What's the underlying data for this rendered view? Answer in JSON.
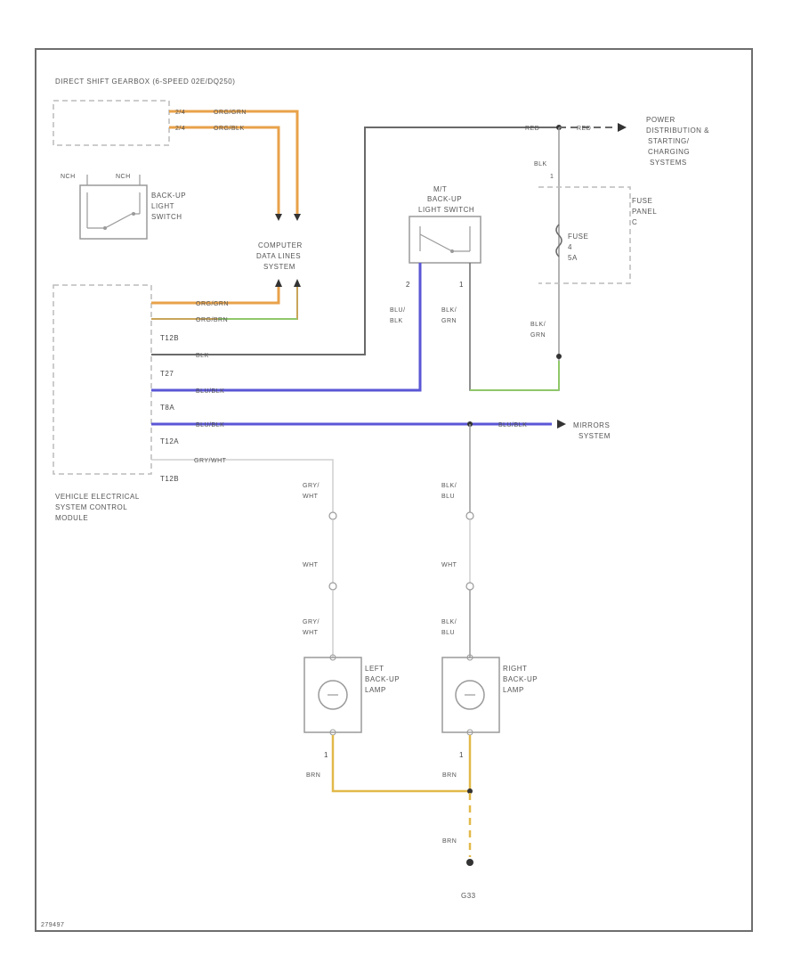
{
  "colors": {
    "frame": "#6e6e6e",
    "wire_gray": "#6a6a6a",
    "wire_orange": "#e8a24a",
    "wire_brown": "#c78a4a",
    "wire_green": "#8fc76a",
    "wire_blue": "#5a56d6",
    "wire_light": "#cfcfcf",
    "wire_yellow": "#e2b94a",
    "dashed": "#bcbcbc"
  },
  "components": {
    "gearbox": "DIRECT SHIFT GEARBOX (6-SPEED 02E/DQ250)",
    "backup_switch": [
      "BACK-UP",
      "LIGHT",
      "SWITCH"
    ],
    "backup_switch_pins": [
      "NCH",
      "NCH"
    ],
    "data_lines": [
      "COMPUTER",
      "DATA LINES",
      "SYSTEM"
    ],
    "mt_switch": [
      "M/T",
      "BACK-UP",
      "LIGHT SWITCH"
    ],
    "mt_switch_pins": [
      "2",
      "1"
    ],
    "power": [
      "POWER",
      "DISTRIBUTION &",
      "STARTING/",
      "CHARGING",
      "SYSTEMS"
    ],
    "fuse_panel": [
      "FUSE",
      "PANEL",
      "C"
    ],
    "fuse": [
      "FUSE",
      "4",
      "5A"
    ],
    "vescm": [
      "VEHICLE ELECTRICAL",
      "SYSTEM CONTROL",
      "MODULE"
    ],
    "vescm_pins": [
      "T12B",
      "T27",
      "T8A",
      "T12A",
      "T12B"
    ],
    "mirrors": [
      "MIRRORS",
      "SYSTEM"
    ],
    "left_lamp": [
      "LEFT",
      "BACK-UP",
      "LAMP"
    ],
    "right_lamp": [
      "RIGHT",
      "BACK-UP",
      "LAMP"
    ],
    "ground": "G33",
    "footer": "279497"
  },
  "wires": {
    "gearbox_1": "ORG/GRN",
    "gearbox_2": "ORG/BLK",
    "gearbox_pins": [
      "2/4",
      "2/4"
    ],
    "vescm_1": "ORG/GRN",
    "vescm_2": "ORG/BRN",
    "vescm_blk": "BLK",
    "vescm_blu": "BLU/BLK",
    "vescm_blu2": "BLU/BLK",
    "vescm_gry": "GRY/WHT",
    "top_red": "RED",
    "top_red2": "RED",
    "blk_fuse": "BLK",
    "blk_fuse_pin": "1",
    "blu_blk_left": [
      "BLU/",
      "BLK"
    ],
    "blk_grn_mid": [
      "BLK/",
      "GRN"
    ],
    "blk_grn_fuse": [
      "BLK/",
      "GRN"
    ],
    "mirrors_blu": "BLU/BLK",
    "gry_wht_top": [
      "GRY/",
      "WHT"
    ],
    "blk_blu_top": [
      "BLK/",
      "BLU"
    ],
    "wht_mid_left": "WHT",
    "wht_mid_right": "WHT",
    "gry_wht_low": [
      "GRY/",
      "WHT"
    ],
    "blk_blu_low": [
      "BLK/",
      "BLU"
    ],
    "lamp_pin": "1",
    "brn_left": "BRN",
    "brn_right": "BRN",
    "brn_ground": "BRN"
  }
}
